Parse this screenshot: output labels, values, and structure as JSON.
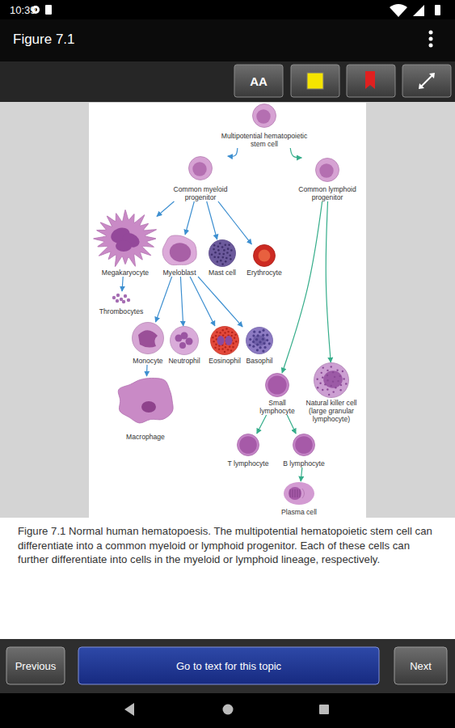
{
  "diagram": {
    "title": "Figure 7.1",
    "caption": "Figure 7.1 Normal human hematopoesis. The multipotential hematopoietic stem cell can differentiate into a common myeloid or lymphoid progenitor. Each of these cells can further differentiate into cells in the myeloid or lymphoid lineage, respectively.",
    "nodes": [
      {
        "text": [
          "Multipotential hematopoietic stem cell"
        ]
      },
      {
        "text": [
          "Common myeloid progenitor"
        ]
      },
      {
        "text": [
          "Common lymphoid progenitor"
        ]
      },
      {
        "text": [
          "Megakaryocyte"
        ]
      },
      {
        "text": [
          "Myeloblast"
        ]
      },
      {
        "text": [
          "Mast cell"
        ]
      },
      {
        "text": [
          "Erythrocyte"
        ]
      },
      {
        "text": [
          "Thrombocytes"
        ]
      },
      {
        "text": [
          "Monocyte"
        ]
      },
      {
        "text": [
          "Neutrophil"
        ]
      },
      {
        "text": [
          "Eosinophil"
        ]
      },
      {
        "text": [
          "Basophil"
        ]
      },
      {
        "text": [
          "Macrophage"
        ]
      },
      {
        "text": [
          "Small lymphocyte"
        ]
      },
      {
        "text": [
          "Natural killer cell (large granular lymphocyte)"
        ]
      },
      {
        "text": [
          "T lymphocyte"
        ]
      },
      {
        "text": [
          "B lymphocyte"
        ]
      },
      {
        "text": [
          "Plasma cell"
        ]
      }
    ],
    "edges": [
      {
        "from": 0,
        "to": 1,
        "arrow": "to"
      },
      {
        "from": 0,
        "to": 2,
        "arrow": "to"
      },
      {
        "from": 1,
        "to": 3,
        "arrow": "to"
      },
      {
        "from": 1,
        "to": 4,
        "arrow": "to"
      },
      {
        "from": 1,
        "to": 5,
        "arrow": "to"
      },
      {
        "from": 1,
        "to": 6,
        "arrow": "to"
      },
      {
        "from": 3,
        "to": 7,
        "arrow": "to"
      },
      {
        "from": 4,
        "to": 8,
        "arrow": "to"
      },
      {
        "from": 4,
        "to": 9,
        "arrow": "to"
      },
      {
        "from": 4,
        "to": 10,
        "arrow": "to"
      },
      {
        "from": 4,
        "to": 11,
        "arrow": "to"
      },
      {
        "from": 8,
        "to": 12,
        "arrow": "to"
      },
      {
        "from": 2,
        "to": 13,
        "arrow": "to"
      },
      {
        "from": 2,
        "to": 14,
        "arrow": "to"
      },
      {
        "from": 13,
        "to": 15,
        "arrow": "to"
      },
      {
        "from": 13,
        "to": 16,
        "arrow": "to"
      },
      {
        "from": 16,
        "to": 17,
        "arrow": "to"
      }
    ],
    "labels": [
      "10:39",
      "AA",
      "Previous",
      "Go to text for this topic",
      "Next"
    ]
  }
}
